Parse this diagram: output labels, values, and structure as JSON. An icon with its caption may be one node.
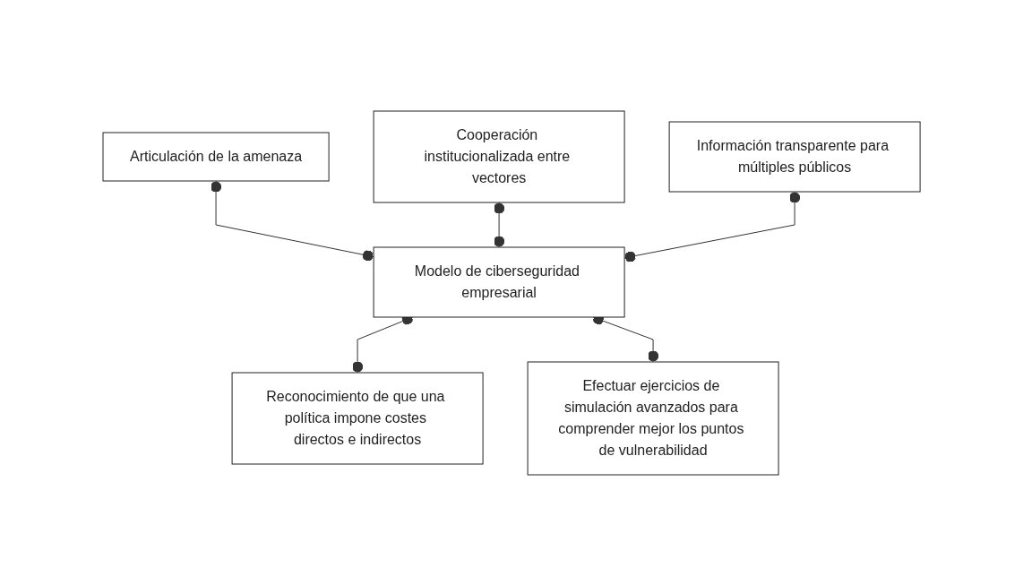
{
  "diagram": {
    "nodes": [
      {
        "text": [
          "Articulación de la amenaza"
        ]
      },
      {
        "text": [
          "Cooperación institucionalizada entre vectores"
        ]
      },
      {
        "text": [
          "Información transparente para múltiples públicos"
        ]
      },
      {
        "text": [
          "Modelo de ciberseguridad empresarial"
        ]
      },
      {
        "text": [
          "Reconocimiento de que una política impone costes directos e indirectos"
        ]
      },
      {
        "text": [
          "Efectuar ejercicios de simulación avanzados para comprender mejor los puntos de vulnerabilidad"
        ]
      }
    ],
    "edges": [
      {
        "from": 0,
        "to": 3,
        "arrow": "other"
      },
      {
        "from": 1,
        "to": 3,
        "arrow": "other"
      },
      {
        "from": 2,
        "to": 3,
        "arrow": "other"
      },
      {
        "from": 3,
        "to": 4,
        "arrow": "other"
      },
      {
        "from": 3,
        "to": 5,
        "arrow": "other"
      }
    ]
  }
}
